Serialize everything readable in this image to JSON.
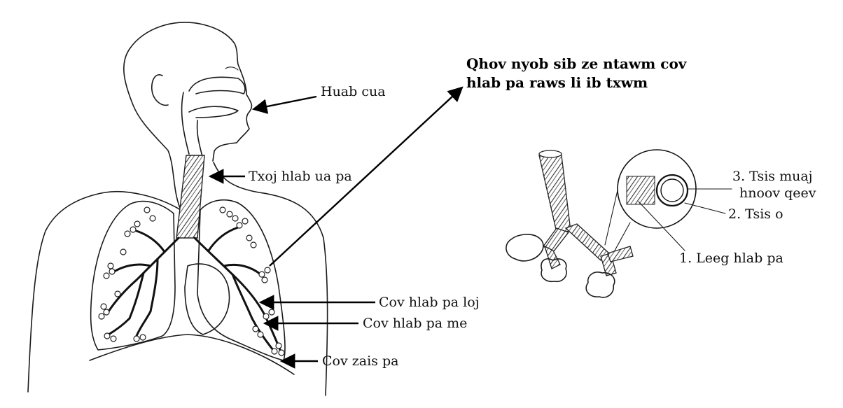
{
  "title": {
    "line1": "Qhov nyob sib ze ntawm cov",
    "line2": "hlab pa raws li ib txwm"
  },
  "labels": {
    "nose_mouth": "Huab cua",
    "trachea": "Txoj hlab ua pa",
    "bronchi": "Cov hlab pa loj",
    "bronchioles": "Cov hlab pa me",
    "alveoli": "Cov zais pa"
  },
  "inset": {
    "mucus_line1": "3. Tsis muaj",
    "mucus_line2": "hnoov qeev",
    "lumen": "2. Tsis o",
    "muscle": "1. Leeg hlab pa"
  }
}
